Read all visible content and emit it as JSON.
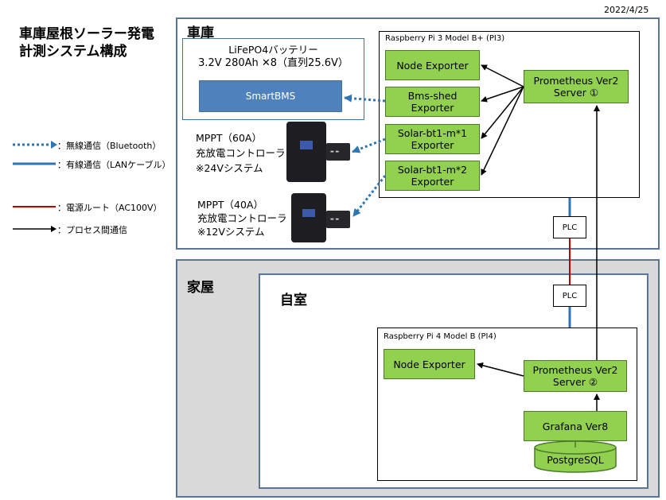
{
  "title_line1": "車庫屋根ソーラー発電",
  "title_line2": "計測システム構成",
  "date": "2022/4/25",
  "legend": [
    {
      "label": "：無線通信（Bluetooth）"
    },
    {
      "label": "：有線通信（LANケーブル）"
    },
    {
      "label": "：電源ルート（AC100V）"
    },
    {
      "label": "：プロセス間通信"
    }
  ],
  "colors": {
    "wireless": "#2e75b6",
    "wired": "#2e75b6",
    "power": "#c00000",
    "process": "#000000",
    "green_box": "#92d050",
    "bms": "#4f81bd",
    "region_border": "#5a7493",
    "house_bg": "#d9d9d9"
  },
  "garage": {
    "title": "車庫",
    "battery": {
      "line1": "LiFePO4バッテリー",
      "line2": "3.2V  280Ah  ✕8（直列25.6V）",
      "bms_label": "SmartBMS"
    },
    "mppt60": {
      "line1": "MPPT（60A）",
      "line2": "充放電コントローラ",
      "line3": "※24Vシステム"
    },
    "mppt40": {
      "line1": "MPPT（40A）",
      "line2": "充放電コントローラ",
      "line3": "※12Vシステム"
    },
    "device_icons": [
      "charge-controller-icon",
      "bluetooth-module-icon"
    ],
    "pi3": {
      "label": "Raspberry Pi 3 Model B+ (PI3)",
      "node_exporter": "Node Exporter",
      "bms_exporter": "Bms-shed Exporter",
      "solar1": "Solar-bt1-m*1 Exporter",
      "solar2": "Solar-bt1-m*2 Exporter",
      "prometheus": "Prometheus Ver2 Server ①"
    }
  },
  "plc_label": "PLC",
  "house": {
    "title": "家屋",
    "room_title": "自室",
    "pi4": {
      "label": "Raspberry Pi 4 Model B (PI4)",
      "node_exporter": "Node Exporter",
      "prometheus": "Prometheus Ver2 Server ②",
      "grafana": "Grafana Ver8",
      "postgres": "PostgreSQL"
    }
  }
}
